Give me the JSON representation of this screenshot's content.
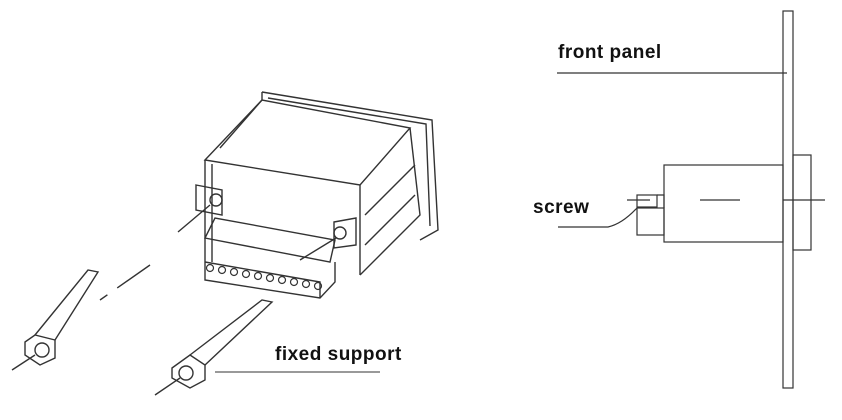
{
  "labels": {
    "front_panel": "front panel",
    "screw": "screw",
    "fixed_support": "fixed support"
  }
}
